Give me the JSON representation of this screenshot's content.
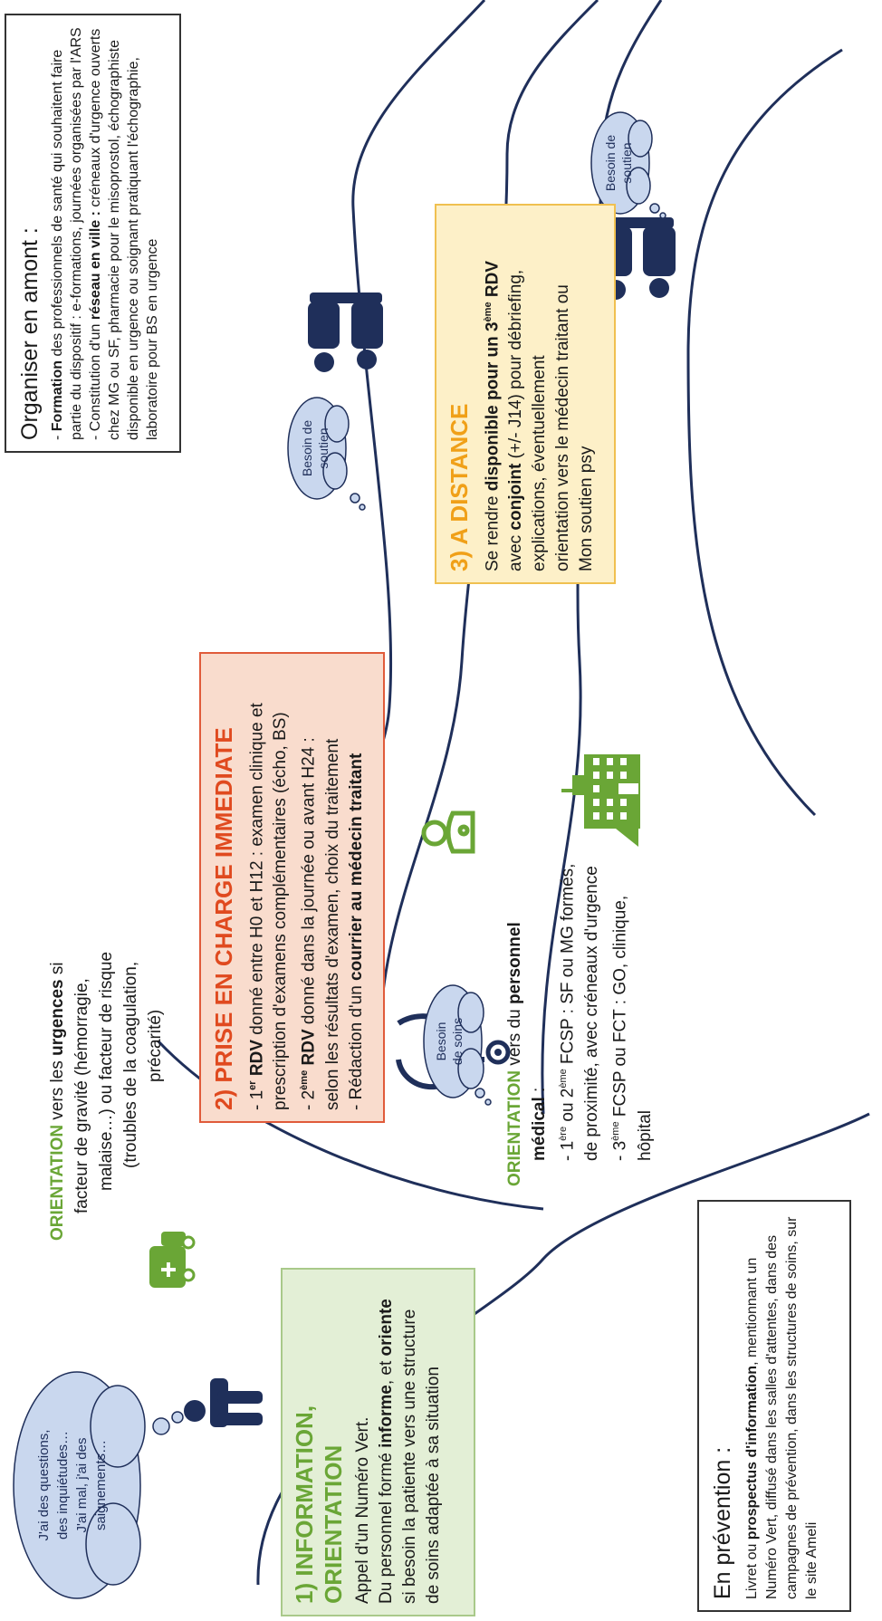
{
  "amont": {
    "title": "Organiser en amont :",
    "line1_bold": "Formation",
    "line1_rest": " des professionnels de santé qui souhaitent faire partie du dispositif : e-formations, journées organisées par l'ARS",
    "line2_pre": "- Constitution d'un ",
    "line2_bold": "réseau en ville :",
    "line2_rest": " créneaux d'urgence ouverts chez MG ou SF, pharmacie pour le misoprostol, échographiste disponible en urgence ou soignant pratiquant l'échographie, laboratoire pour BS en urgence"
  },
  "prevention": {
    "title": "En prévention :",
    "text_pre": "Livret ou ",
    "text_bold": "prospectus d'information",
    "text_rest": ", mentionnant un Numéro Vert, diffusé dans les salles d'attentes, dans des campagnes de prévention, dans les structures de soins, sur le site Ameli"
  },
  "step1": {
    "title_line1": "1) INFORMATION,",
    "title_line2": "ORIENTATION",
    "l1": "Appel d'un Numéro Vert.",
    "l2_pre": "Du personnel formé ",
    "l2_b1": "informe",
    "l2_mid": ", et ",
    "l2_b2": "oriente",
    "l3": "si besoin la patiente vers une structure",
    "l4": "de soins adaptée à sa situation"
  },
  "orient_perso": {
    "kw": "ORIENTATION",
    "t1": " vers du ",
    "t1_bold": "personnel",
    "t2_bold": "médical",
    "t2": " :",
    "l3_a": "- 1",
    "l3_sup1": "ère",
    "l3_b": " ou 2",
    "l3_sup2": "ème",
    "l3_c": " FCSP : SF ou MG formés,",
    "l4": "de proximité, avec créneaux d'urgence",
    "l5_a": "- 3",
    "l5_sup": "ème",
    "l5_b": " FCSP ou FCT : GO, clinique,",
    "l6": "hôpital"
  },
  "orient_urg": {
    "kw": "ORIENTATION",
    "t1": " vers les ",
    "t1_bold": "urgences",
    "t1_end": " si",
    "l2": "facteur de gravité (hémorragie,",
    "l3": "malaise…) ou facteur de risque",
    "l4": "(troubles de la coagulation,",
    "l5": "précarité)"
  },
  "step2": {
    "title": "2) PRISE EN CHARGE IMMEDIATE",
    "l1_pre": "- 1",
    "l1_sup": "er",
    "l1_bold": " RDV",
    "l1_rest": " donné entre H0 et H12 : examen clinique et",
    "l2": "prescription d'examens complémentaires (écho, BS)",
    "l3_pre": "- 2",
    "l3_sup": "ème",
    "l3_bold": " RDV",
    "l3_rest": " donné dans la journée ou avant H24 :",
    "l4": "selon les résultats d'examen, choix du traitement",
    "l5_pre": "- Rédaction d'un ",
    "l5_bold": "courrier au médecin traitant"
  },
  "step3": {
    "title": "3) A DISTANCE",
    "l1_pre": "Se rendre ",
    "l1_bold": "disponible pour un 3",
    "l1_sup": "ème",
    "l1_bold2": " RDV",
    "l2_pre": "avec ",
    "l2_bold": "conjoint",
    "l2_rest": " (+/- J14) pour débriefing,",
    "l3": "explications, éventuellement",
    "l4": "orientation vers le médecin traitant ou",
    "l5": "Mon soutien psy"
  },
  "clouds": {
    "patient": [
      "J'ai des questions,",
      "des inquiétudes…",
      "J'ai mal, j'ai des",
      "saignements…"
    ],
    "soins": [
      "Besoin",
      "de soins"
    ],
    "soutien1": [
      "Besoin de",
      "soutien"
    ],
    "soutien2": [
      "Besoin de",
      "soutien"
    ]
  },
  "colors": {
    "navy": "#1f2f5a",
    "green": "#6aa636",
    "red": "#e04a1f",
    "orange": "#f0a018",
    "cloud": "#c9d7ee",
    "box1": "#e3efd6",
    "box2": "#f9dccd",
    "box3": "#fdf0c8"
  }
}
